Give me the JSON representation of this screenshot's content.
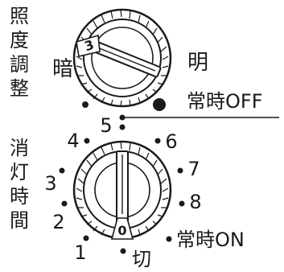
{
  "lux_dial": {
    "heading": [
      "照",
      "度",
      "調",
      "整"
    ],
    "dial_mark": "3",
    "left_label": "暗",
    "right_label": "明",
    "always_off_label": "常時OFF"
  },
  "timer_dial": {
    "heading": [
      "消",
      "灯",
      "時",
      "間"
    ],
    "numbers": [
      "1",
      "2",
      "3",
      "4",
      "5",
      "6",
      "7",
      "8"
    ],
    "dial_mark": "0",
    "off_label": "切",
    "always_on_label": "常時ON"
  },
  "colors": {
    "ink": "#1a1a1a",
    "knob_fill": "#ffffff"
  }
}
